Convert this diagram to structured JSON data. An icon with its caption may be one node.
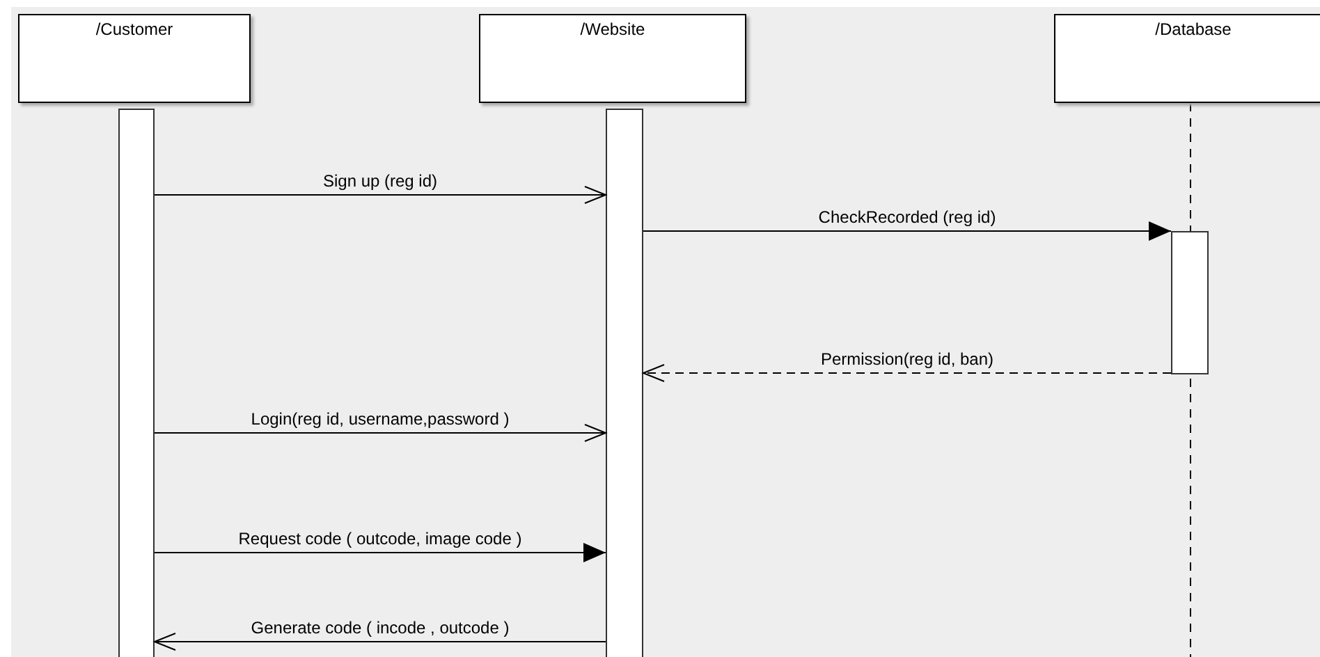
{
  "diagram": {
    "nodes": [
      {
        "text": [
          "/Customer"
        ]
      },
      {
        "text": [
          "/Website"
        ]
      },
      {
        "text": [
          "/Database"
        ]
      },
      {
        "text": [],
        "shape": "bar"
      },
      {
        "text": [],
        "shape": "bar"
      },
      {
        "text": [],
        "shape": "bar"
      }
    ],
    "edges": [
      {
        "from": 3,
        "to": 4,
        "arrow": "to",
        "label": "Sign up (reg id)"
      },
      {
        "from": 4,
        "to": 5,
        "arrow": "to",
        "label": "CheckRecorded (reg id)"
      },
      {
        "from": 5,
        "to": 4,
        "arrow": "to",
        "label": "Permission(reg id, ban)",
        "style": "dashed"
      },
      {
        "from": 3,
        "to": 4,
        "arrow": "to",
        "label": "Login(reg id, username,password )"
      },
      {
        "from": 3,
        "to": 4,
        "arrow": "to",
        "label": "Request code ( outcode, image code )"
      },
      {
        "from": 4,
        "to": 3,
        "arrow": "to",
        "label": "Generate code ( incode , outcode )"
      }
    ]
  }
}
